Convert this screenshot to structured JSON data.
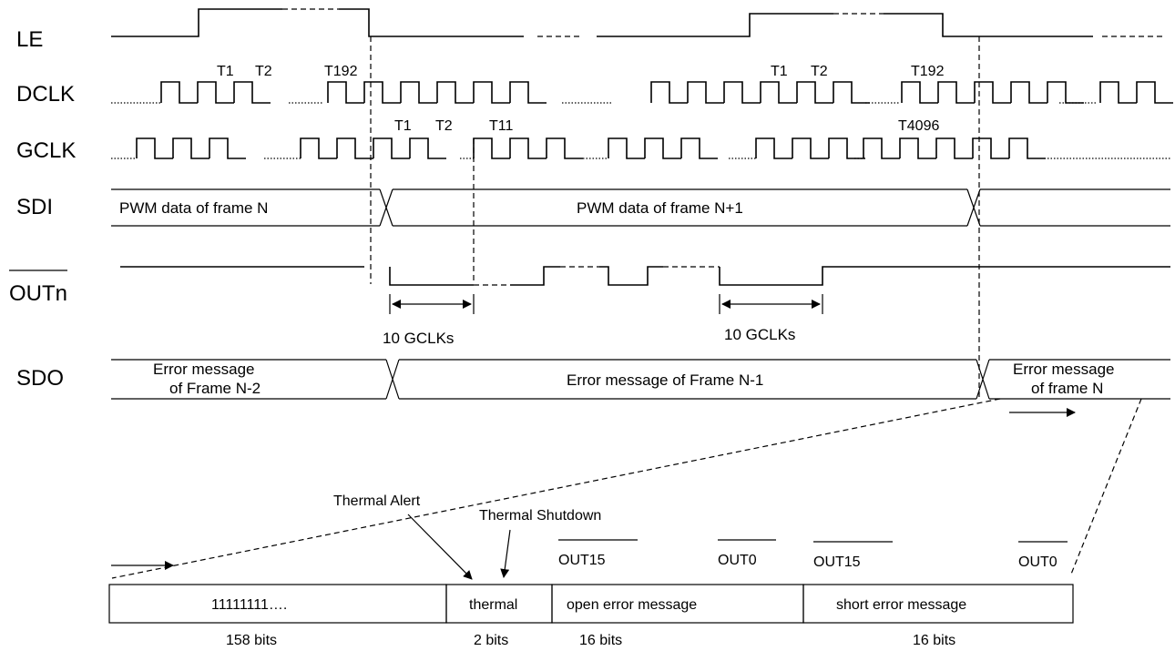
{
  "signals": {
    "le": "LE",
    "dclk": "DCLK",
    "gclk": "GCLK",
    "sdi": "SDI",
    "outn": "OUTn",
    "sdo": "SDO"
  },
  "clock_labels": {
    "dclk_a_t1": "T1",
    "dclk_a_t2": "T2",
    "dclk_a_t192": "T192",
    "dclk_b_t1": "T1",
    "dclk_b_t2": "T2",
    "dclk_b_t192": "T192",
    "gclk_t1": "T1",
    "gclk_t2": "T2",
    "gclk_t11": "T11",
    "gclk_t4096": "T4096"
  },
  "sdi": {
    "frame_n": "PWM data of frame N",
    "frame_n1": "PWM data of frame N+1"
  },
  "outn": {
    "delay1": "10 GCLKs",
    "delay2": "10 GCLKs"
  },
  "sdo": {
    "left_line1": "Error message",
    "left_line2": "of Frame N-2",
    "middle": "Error message of Frame N-1",
    "right_line1": "Error message",
    "right_line2": "of frame N"
  },
  "annotations": {
    "thermal_alert": "Thermal Alert",
    "thermal_shutdown": "Thermal Shutdown"
  },
  "frame": {
    "above": {
      "out15_a": "OUT15",
      "out0_a": "OUT0",
      "out15_b": "OUT15",
      "out0_b": "OUT0"
    },
    "fields": {
      "ones": "11111111….",
      "thermal": "thermal",
      "open": "open error message",
      "short": "short error message"
    },
    "widths": {
      "ones": "158 bits",
      "thermal": "2 bits",
      "open": "16 bits",
      "short": "16 bits"
    }
  }
}
